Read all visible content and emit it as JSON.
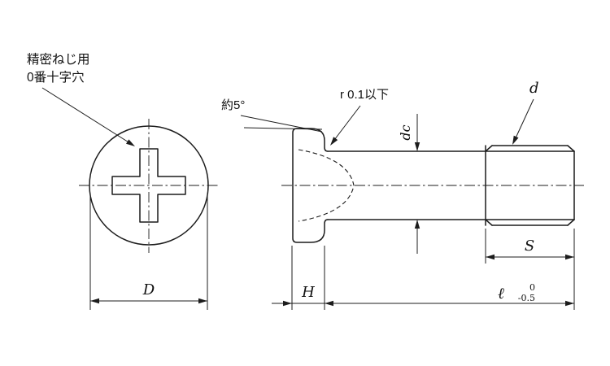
{
  "drawing": {
    "note": {
      "line1": "精密ねじ用",
      "line2": "0番十字穴"
    },
    "labels": {
      "angle": "約5°",
      "fillet_radius": "r 0.1以下",
      "shank_diameter": "dc",
      "thread_diameter": "d",
      "head_diameter": "D",
      "head_height": "H",
      "thread_length": "S",
      "overall_length": "ℓ",
      "tolerance_upper": "0",
      "tolerance_lower": "-0.5"
    },
    "colors": {
      "line_color": "#1c1c1c",
      "background": "#ffffff"
    }
  }
}
